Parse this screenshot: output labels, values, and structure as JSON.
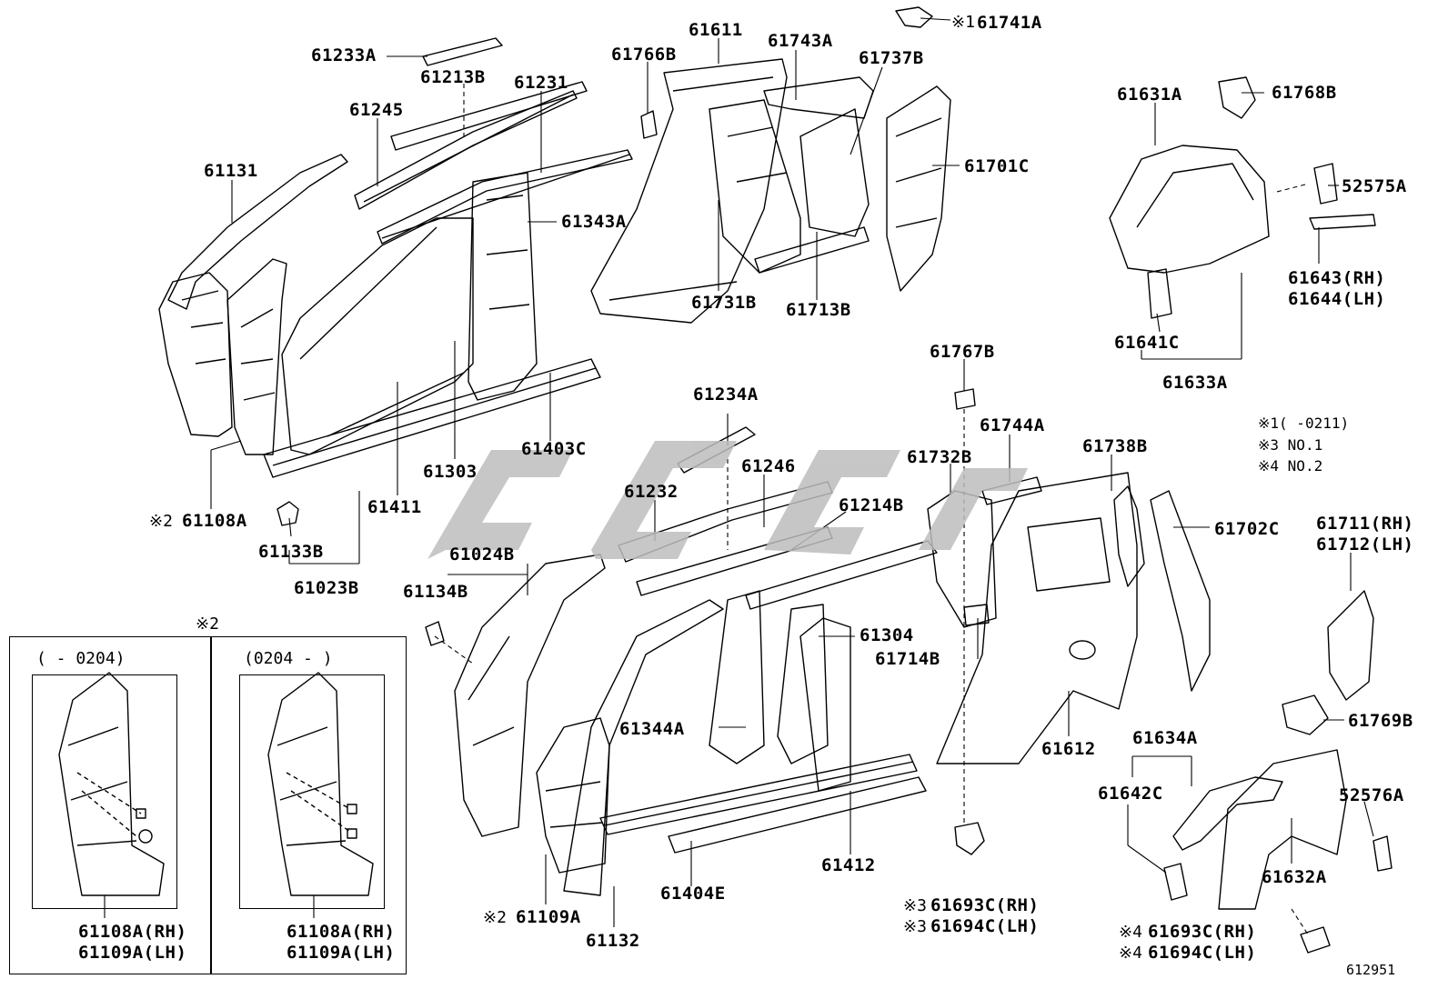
{
  "labels": {
    "l61233A": "61233A",
    "l61213B": "61213B",
    "l61231": "61231",
    "l61245": "61245",
    "l61131": "61131",
    "l61343A": "61343A",
    "l61303": "61303",
    "l61411": "61411",
    "l61403C": "61403C",
    "l61108A": "61108A",
    "l61133B": "61133B",
    "l61023B": "61023B",
    "l61611": "61611",
    "l61766B": "61766B",
    "l61743A": "61743A",
    "l61737B": "61737B",
    "l61741A": "61741A",
    "l61701C": "61701C",
    "l61731B": "61731B",
    "l61713B": "61713B",
    "l61631A": "61631A",
    "l61768B": "61768B",
    "l52575A": "52575A",
    "l61643": "61643(RH)",
    "l61644": "61644(LH)",
    "l61641C": "61641C",
    "l61633A": "61633A",
    "l61767B": "61767B",
    "l61744A": "61744A",
    "l61732B": "61732B",
    "l61738B": "61738B",
    "l61702C": "61702C",
    "l61711": "61711(RH)",
    "l61712": "61712(LH)",
    "l61769B": "61769B",
    "l61234A": "61234A",
    "l61246": "61246",
    "l61232": "61232",
    "l61214B": "61214B",
    "l61024B": "61024B",
    "l61134B": "61134B",
    "l61304": "61304",
    "l61714B": "61714B",
    "l61344A": "61344A",
    "l61612": "61612",
    "l61634A": "61634A",
    "l61642C": "61642C",
    "l52576A": "52576A",
    "l61632A": "61632A",
    "l61412": "61412",
    "l61404E": "61404E",
    "l61109A": "61109A",
    "l61132": "61132",
    "l61693C_3": "61693C(RH)",
    "l61694C_3": "61694C(LH)",
    "l61693C_4": "61693C(RH)",
    "l61694C_4": "61694C(LH)",
    "inset_l1": "61108A(RH)",
    "inset_l2": "61109A(LH)",
    "inset_r1": "61108A(RH)",
    "inset_r2": "61109A(LH)"
  },
  "marks": {
    "m1": "※1",
    "m2a": "※2",
    "m2b": "※2",
    "m2c": "※2",
    "m3a": "※3",
    "m3b": "※3",
    "m4a": "※4",
    "m4b": "※4"
  },
  "notes": {
    "n1": "※1(    -0211)",
    "n3": "※3 NO.1",
    "n4": "※4 NO.2"
  },
  "inset": {
    "left_range": "(    - 0204)",
    "right_range": "(0204 -     )"
  },
  "drawing_number": "612951",
  "colors": {
    "line": "#000000",
    "watermark": "#bdbdbd"
  }
}
